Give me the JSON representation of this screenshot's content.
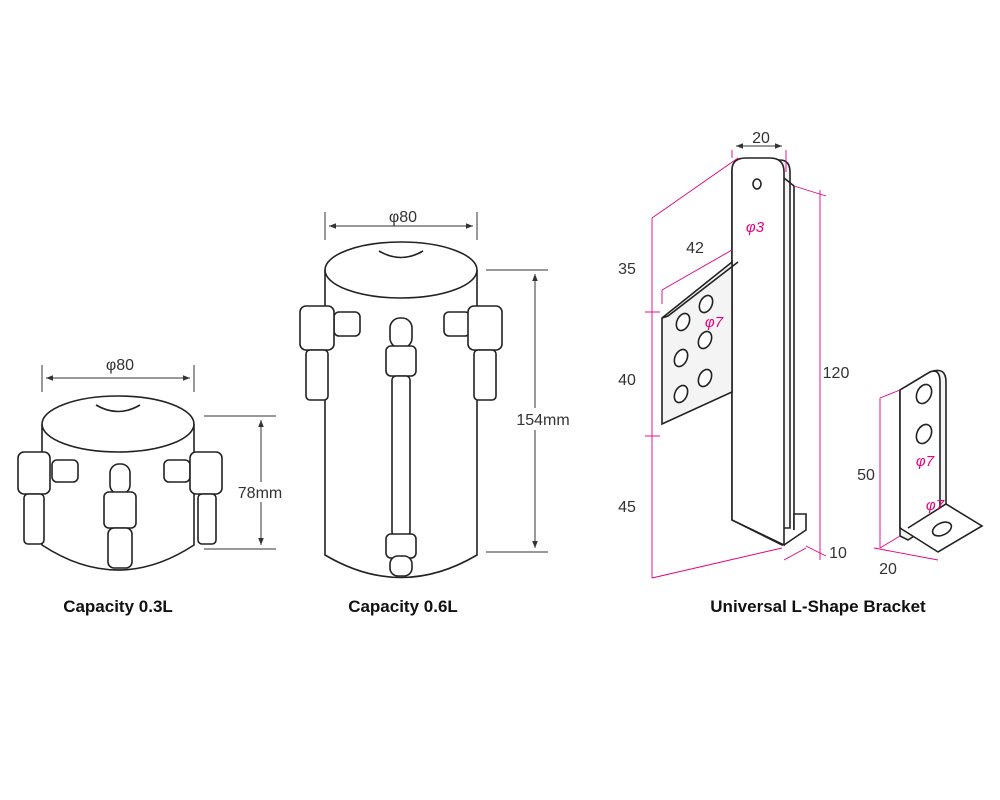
{
  "small_tank": {
    "diameter": "φ80",
    "height": "78mm",
    "caption": "Capacity 0.3L"
  },
  "large_tank": {
    "diameter": "φ80",
    "height": "154mm",
    "caption": "Capacity 0.6L"
  },
  "bracket": {
    "top_width": "20",
    "hole_small": "φ3",
    "plate_width": "42",
    "plate_holes": "φ7",
    "seg_top": "35",
    "seg_mid": "40",
    "seg_bottom": "45",
    "total_height": "120",
    "foot": "10",
    "caption": "Universal L-Shape Bracket"
  },
  "small_bracket": {
    "height": "50",
    "hole_a": "φ7",
    "hole_b": "φ7",
    "width": "20"
  },
  "colors": {
    "outline": "#222222",
    "dimension_pink": "#e4007f",
    "text": "#333333"
  }
}
